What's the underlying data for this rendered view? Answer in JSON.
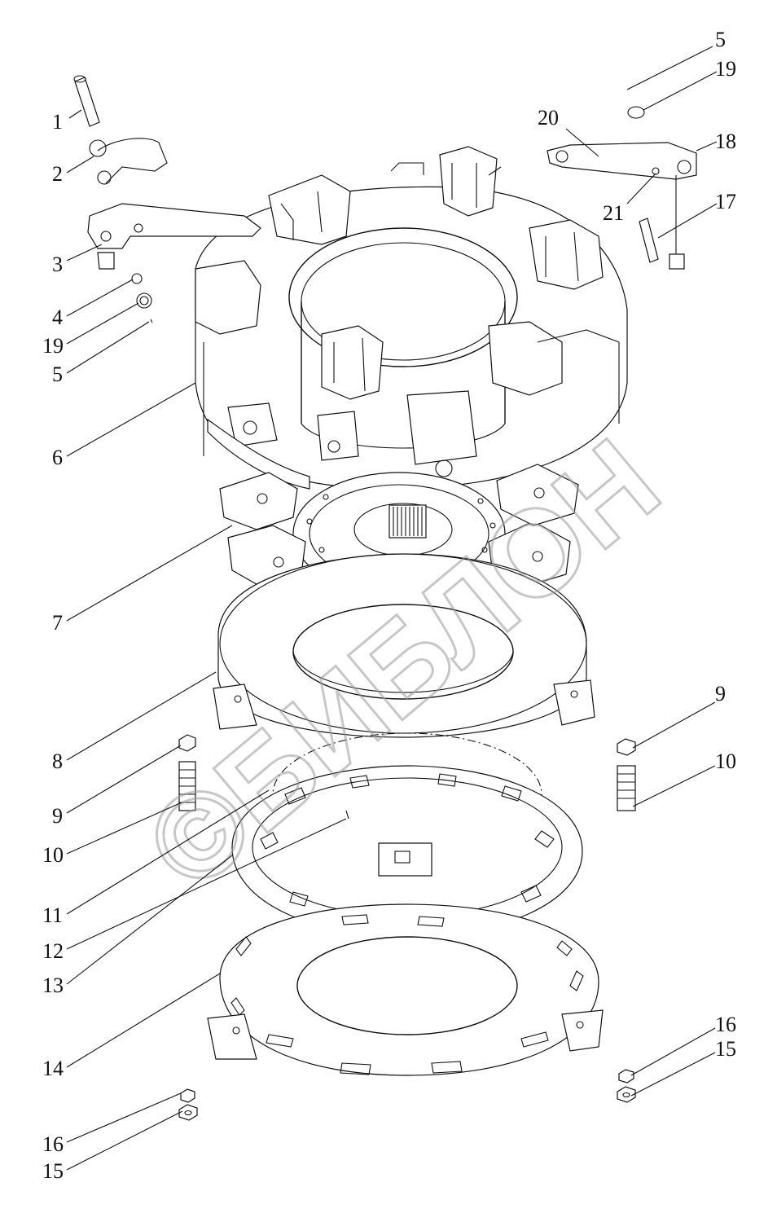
{
  "diagram": {
    "callouts": [
      {
        "id": "c1",
        "text": "1"
      },
      {
        "id": "c2",
        "text": "2"
      },
      {
        "id": "c3",
        "text": "3"
      },
      {
        "id": "c4",
        "text": "4"
      },
      {
        "id": "c19a",
        "text": "19"
      },
      {
        "id": "c5a",
        "text": "5"
      },
      {
        "id": "c6",
        "text": "6"
      },
      {
        "id": "c7",
        "text": "7"
      },
      {
        "id": "c8",
        "text": "8"
      },
      {
        "id": "c9a",
        "text": "9"
      },
      {
        "id": "c10a",
        "text": "10"
      },
      {
        "id": "c11",
        "text": "11"
      },
      {
        "id": "c12",
        "text": "12"
      },
      {
        "id": "c13",
        "text": "13"
      },
      {
        "id": "c14",
        "text": "14"
      },
      {
        "id": "c16a",
        "text": "16"
      },
      {
        "id": "c15a",
        "text": "15"
      },
      {
        "id": "c5b",
        "text": "5"
      },
      {
        "id": "c19b",
        "text": "19"
      },
      {
        "id": "c20",
        "text": "20"
      },
      {
        "id": "c18",
        "text": "18"
      },
      {
        "id": "c21",
        "text": "21"
      },
      {
        "id": "c17",
        "text": "17"
      },
      {
        "id": "c9b",
        "text": "9"
      },
      {
        "id": "c10b",
        "text": "10"
      },
      {
        "id": "c16b",
        "text": "16"
      },
      {
        "id": "c15b",
        "text": "15"
      }
    ],
    "watermark": {
      "text": "©БИБЛОН",
      "color": "#9a9a9a"
    },
    "line_color": "#111111",
    "background": "#ffffff"
  }
}
